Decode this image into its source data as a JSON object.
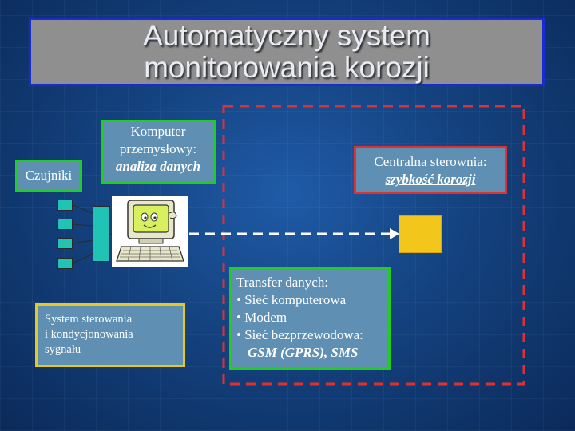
{
  "title": {
    "line1": "Automatyczny system",
    "line2": "monitorowania korozji"
  },
  "boxes": {
    "sensors": "Czujniki",
    "computer": {
      "line1": "Komputer",
      "line2": "przemysłowy:",
      "line3": "analiza danych"
    },
    "central": {
      "line1": "Centralna sterownia:",
      "line2": "szybkość korozji"
    },
    "signal_control": {
      "line1": "System sterowania",
      "line2": "i kondycjonowania",
      "line3": "sygnału"
    },
    "transfer": {
      "heading": "Transfer danych:",
      "items": [
        "• Sieć komputerowa",
        "• Modem",
        "• Sieć bezprzewodowa:"
      ],
      "sub": "GSM (GPRS), SMS"
    }
  },
  "icons": {
    "computer": "computer-icon",
    "arrow": "dashed-arrow-icon"
  },
  "colors": {
    "background": "#14427f",
    "box_fill": "#5f8fb2",
    "title_box": "#8f8f8f",
    "title_border": "#1a2bd6",
    "green_border": "#22cc22",
    "red_border": "#e03030",
    "dashed_frame": "#e03030",
    "yellow_border": "#e6c820",
    "yellow_box": "#f2c61a",
    "sensor_fill": "#20c4b4"
  }
}
